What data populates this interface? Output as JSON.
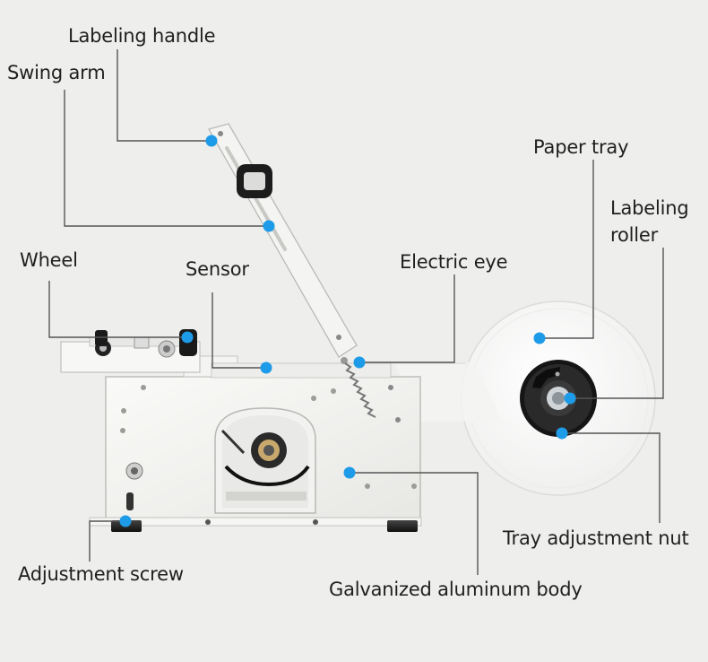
{
  "labels": {
    "labeling_handle": "Labeling handle",
    "swing_arm": "Swing arm",
    "wheel": "Wheel",
    "sensor": "Sensor",
    "electric_eye": "Electric eye",
    "paper_tray": "Paper tray",
    "labeling_roller_line1": "Labeling",
    "labeling_roller_line2": "roller",
    "tray_adjustment_nut": "Tray adjustment nut",
    "adjustment_screw": "Adjustment screw",
    "galvanized_aluminum_body": "Galvanized aluminum body"
  },
  "colors": {
    "background": "#eeeeec",
    "leader_line": "#555555",
    "marker_dot": "#1e9be8",
    "machine_body": "#f6f6f4",
    "machine_edge": "#b9b9b6",
    "roll_disc": "#fbfbfb",
    "hub": "#1a1a1a",
    "label_text": "#1f1f1f"
  }
}
